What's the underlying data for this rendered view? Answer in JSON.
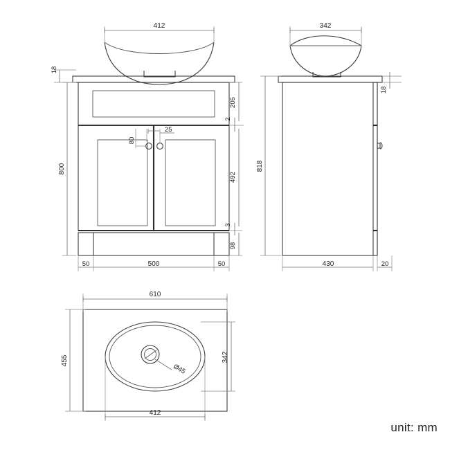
{
  "sheet": {
    "title": "Bathroom vanity unit technical drawing",
    "unit_note": "unit: mm",
    "background_color": "#ffffff",
    "line_color": "#3c3c3c",
    "dim_color": "#6e6e6e"
  },
  "views": {
    "front": {
      "name": "front-elevation",
      "dimensions": {
        "basin_width": "412",
        "top_thickness": "18",
        "overall_height": "800",
        "drawer_height": "205",
        "gap_top": "2",
        "door_height": "492",
        "gap_bottom": "3",
        "plinth_height": "98",
        "left_offset": "50",
        "plinth_width": "500",
        "right_offset": "50",
        "knob_height": "80",
        "knob_gap": "25"
      }
    },
    "side": {
      "name": "side-elevation",
      "dimensions": {
        "basin_depth": "342",
        "top_thickness": "18",
        "overall_height": "818",
        "body_depth": "430",
        "door_overhang": "20"
      }
    },
    "plan": {
      "name": "plan-top-view",
      "dimensions": {
        "top_width": "610",
        "top_depth": "455",
        "basin_width": "412",
        "basin_depth": "342",
        "drain_diameter": "Ø45"
      }
    }
  },
  "labels": {
    "d412_front_basin": "412",
    "d18_front_top": "18",
    "d205": "205",
    "d2": "2",
    "d800": "800",
    "d492": "492",
    "d3": "3",
    "d98": "98",
    "d50_left": "50",
    "d500": "500",
    "d50_right": "50",
    "d80": "80",
    "d25": "25",
    "d342_side_basin": "342",
    "d18_side_top": "18",
    "d818": "818",
    "d430": "430",
    "d20": "20",
    "d610": "610",
    "d455": "455",
    "d342_plan": "342",
    "d412_plan": "412",
    "d45_drain": "Ø45",
    "unit": "unit: mm"
  }
}
